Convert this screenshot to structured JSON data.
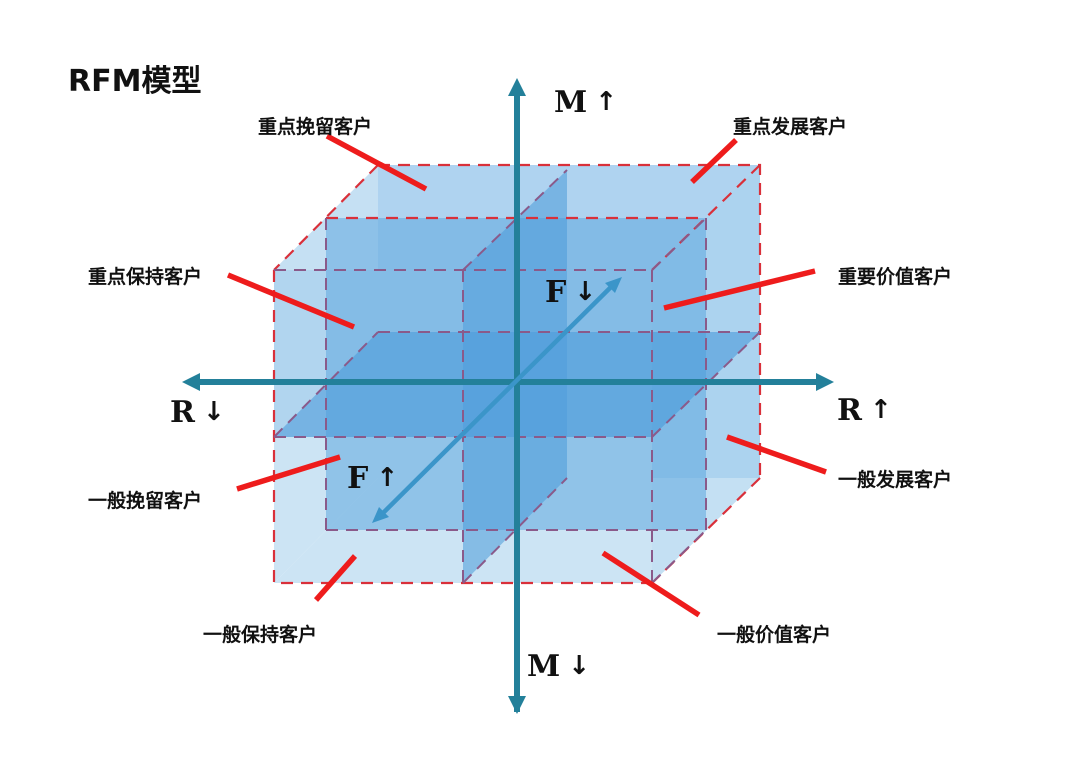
{
  "title": "RFM模型",
  "colors": {
    "axis": "#23809a",
    "f_axis": "#3b95c9",
    "leader_line": "#ee1c1c",
    "outer_dash": "#d9303a",
    "inner_dash": "#8a5a8a",
    "face_light": "#c7e1f3",
    "face_mid": "#a9d0ee",
    "plane": "#5fa7df",
    "plane_dark": "#4a9ad8"
  },
  "axes": {
    "m_up": {
      "letter": "M",
      "arrow": "↑"
    },
    "m_down": {
      "letter": "M",
      "arrow": "↓"
    },
    "r_up": {
      "letter": "R",
      "arrow": "↑"
    },
    "r_down": {
      "letter": "R",
      "arrow": "↓"
    },
    "f_up": {
      "letter": "F",
      "arrow": "↑"
    },
    "f_down": {
      "letter": "F",
      "arrow": "↓"
    }
  },
  "segments": {
    "top_left_back": "重点挽留客户",
    "top_right_back": "重点发展客户",
    "top_left_front": "重点保持客户",
    "top_right_front": "重要价值客户",
    "bottom_left_back": "一般挽留客户",
    "bottom_right_back": "一般发展客户",
    "bottom_left_front": "一般保持客户",
    "bottom_right_front": "一般价值客户"
  }
}
